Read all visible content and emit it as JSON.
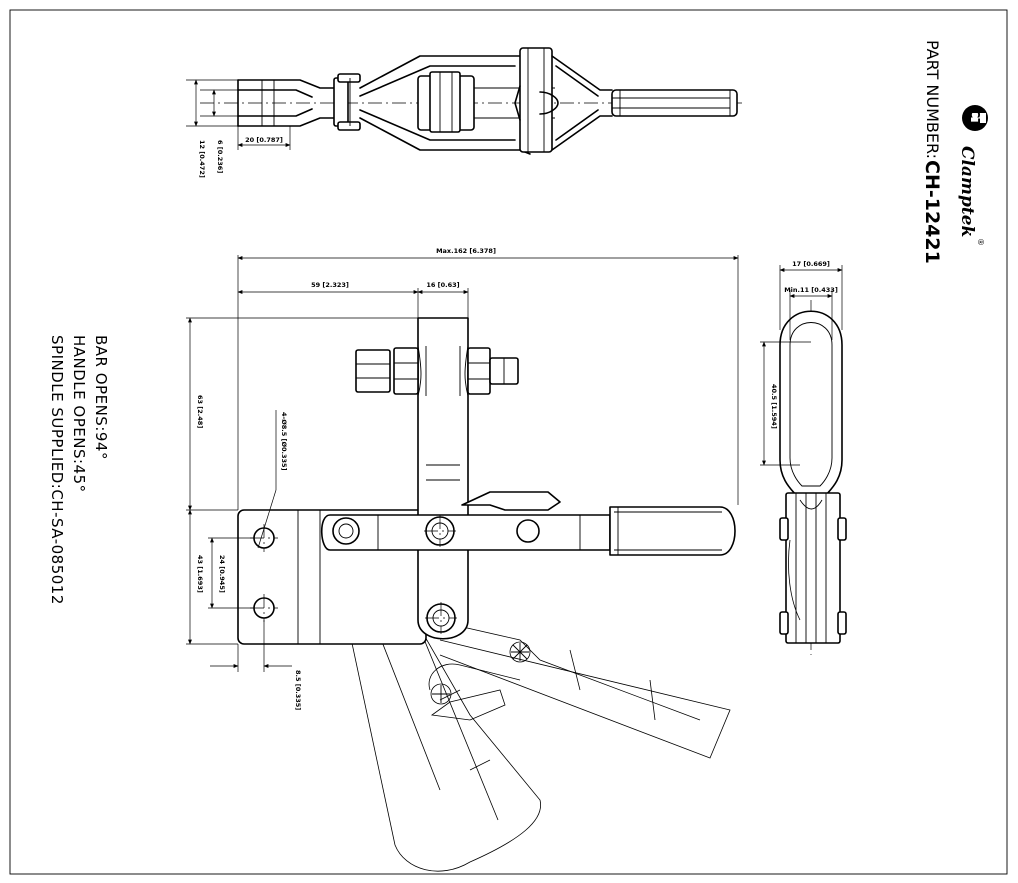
{
  "brand": {
    "name": "Clamptek",
    "registered_mark": "®",
    "monogram": "CT"
  },
  "part": {
    "label": "PART NUMBER:",
    "number": "CH-12421"
  },
  "notes": {
    "bar_opens": "BAR OPENS:94°",
    "handle_opens": "HANDLE OPENS:45°",
    "spindle_supplied": "SPINDLE SUPPLIED:CH-SA-085012"
  },
  "dimensions": {
    "top_view": {
      "length_20": "20 [0.787]",
      "width_6": "6 [0.236]",
      "width_12": "12 [0.472]"
    },
    "front_view": {
      "max_length": "Max.162 [6.378]",
      "length_59": "59 [2.323]",
      "width_16": "16 [0.63]",
      "height_63": "63 [2.48]",
      "holes": "4-Ø8.5 [Ø0.335]",
      "hole_pitch_24": "24 [0.945]",
      "base_43": "43 [1.693]",
      "edge_8_5": "8.5 [0.335]"
    },
    "side_view": {
      "width_17": "17 [0.669]",
      "min_11": "Min.11 [0.433]",
      "height_40_5": "40.5 [1.594]"
    }
  },
  "colors": {
    "ink": "#000000",
    "paper": "#ffffff"
  }
}
